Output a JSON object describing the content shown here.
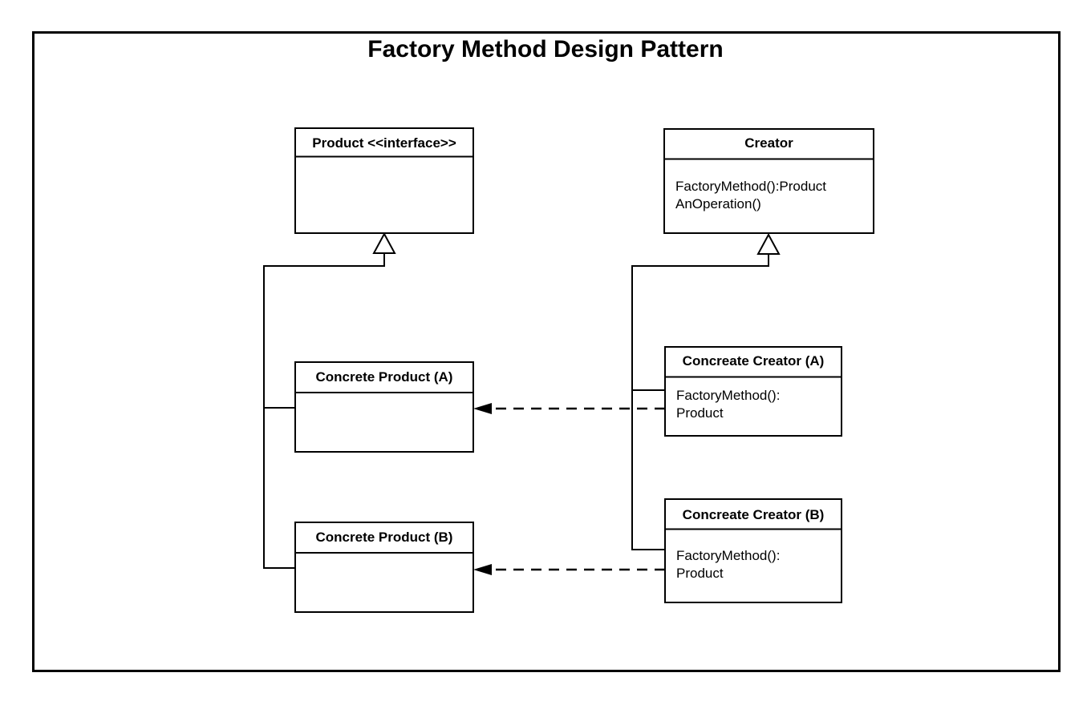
{
  "diagram": {
    "title": "Factory Method Design Pattern",
    "colors": {
      "background": "#ffffff",
      "line": "#000000",
      "text": "#000000"
    },
    "classes": {
      "product": {
        "name": "Product <<interface>>",
        "method_lines": []
      },
      "creator": {
        "name": "Creator",
        "method_lines": [
          "FactoryMethod():Product",
          "AnOperation()"
        ]
      },
      "concreteProductA": {
        "name": "Concrete Product (A)",
        "method_lines": []
      },
      "concreteProductB": {
        "name": "Concrete Product (B)",
        "method_lines": []
      },
      "concreateCreatorA": {
        "name": "Concreate Creator (A)",
        "method_lines": [
          "FactoryMethod():",
          "Product"
        ]
      },
      "concreateCreatorB": {
        "name": "Concreate Creator (B)",
        "method_lines": [
          "FactoryMethod():",
          "Product"
        ]
      }
    },
    "relationships": [
      {
        "type": "inheritance",
        "from": "Concrete Product (A)",
        "to": "Product <<interface>>"
      },
      {
        "type": "inheritance",
        "from": "Concrete Product (B)",
        "to": "Product <<interface>>"
      },
      {
        "type": "inheritance",
        "from": "Concreate Creator (A)",
        "to": "Creator"
      },
      {
        "type": "inheritance",
        "from": "Concreate Creator (B)",
        "to": "Creator"
      },
      {
        "type": "dependency",
        "from": "Concreate Creator (A)",
        "to": "Concrete Product (A)"
      },
      {
        "type": "dependency",
        "from": "Concreate Creator (B)",
        "to": "Concrete Product (B)"
      }
    ]
  }
}
